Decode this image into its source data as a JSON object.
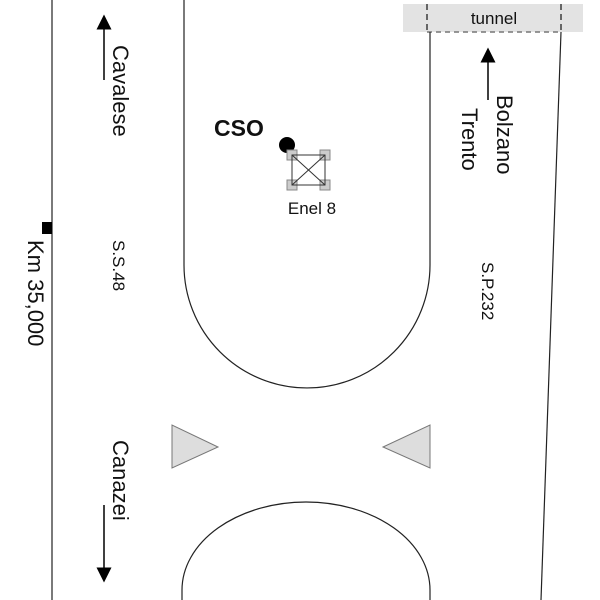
{
  "labels": {
    "cavalese": "Cavalese",
    "canazei": "Canazei",
    "km": "Km 35,000",
    "ss48": "S.S.48",
    "sp232": "S.P.232",
    "bolzano": "Bolzano",
    "trento": "Trento",
    "tunnel": "tunnel",
    "cso": "CSO",
    "enel": "Enel 8"
  },
  "colors": {
    "tunnel_fill": "#e3e3e3",
    "triangle_fill": "#dddddd",
    "line": "#222222"
  }
}
